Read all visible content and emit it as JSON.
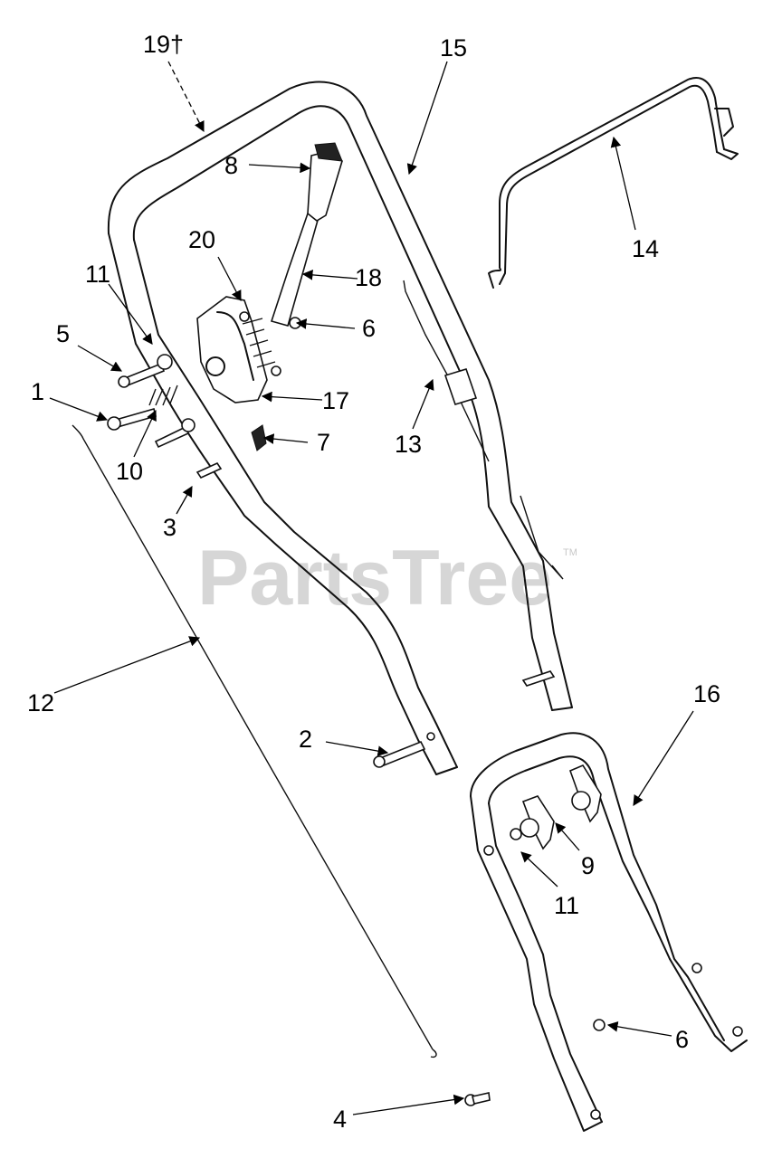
{
  "watermark": {
    "text": "PartsTree",
    "tm": "TM"
  },
  "callouts": {
    "c1": "1",
    "c2": "2",
    "c3": "3",
    "c4": "4",
    "c5": "5",
    "c6a": "6",
    "c6b": "6",
    "c7": "7",
    "c8": "8",
    "c9": "9",
    "c10": "10",
    "c11a": "11",
    "c11b": "11",
    "c12": "12",
    "c13": "13",
    "c14": "14",
    "c15": "15",
    "c16": "16",
    "c17": "17",
    "c18": "18",
    "c19": "19†",
    "c20": "20"
  }
}
